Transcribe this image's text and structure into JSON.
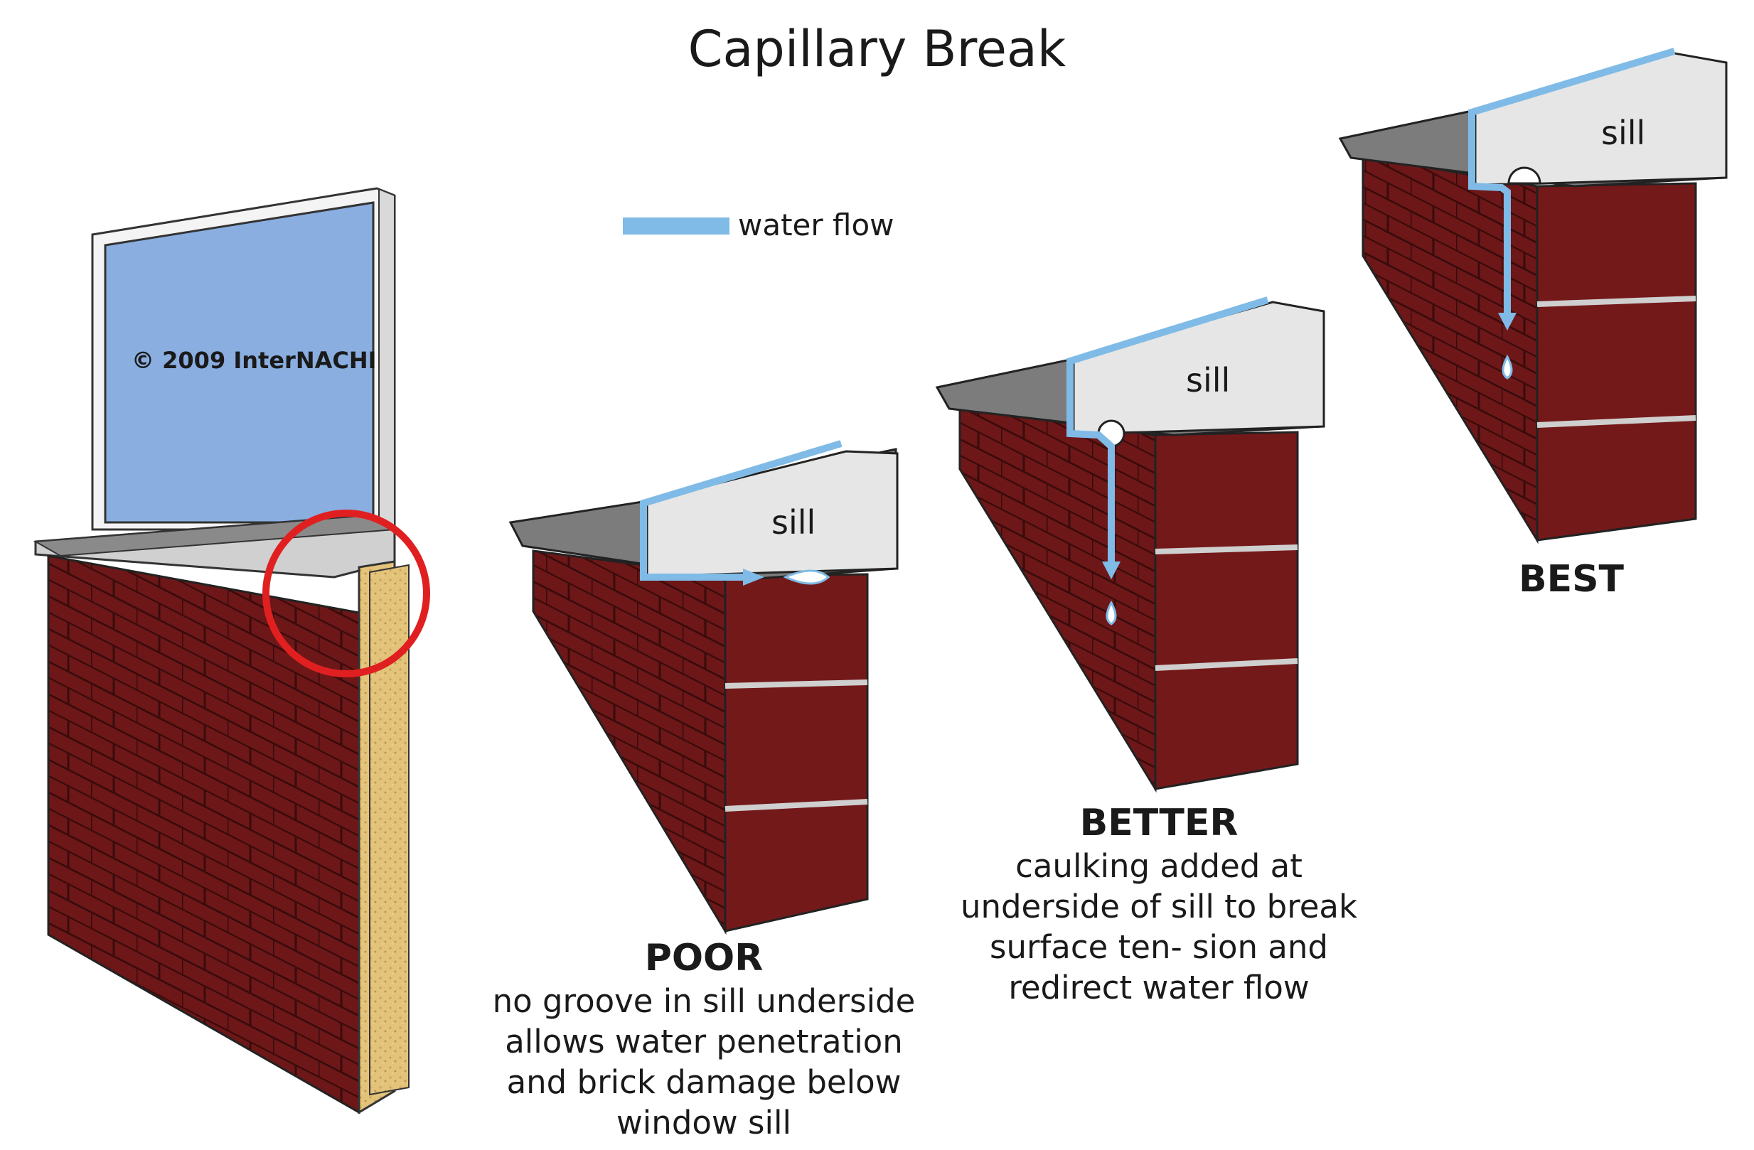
{
  "title": "Capillary Break",
  "legend": {
    "label": "water flow",
    "color": "#7fbbe6"
  },
  "copyright": "© 2009 InterNACHI",
  "panels": [
    {
      "sill_label": "sill",
      "rating": "POOR",
      "description": "no groove in sill underside allows water penetration and brick damage below window sill"
    },
    {
      "sill_label": "sill",
      "rating": "BETTER",
      "description": "caulking added at underside of sill to break surface ten- sion and redirect water flow"
    },
    {
      "sill_label": "sill",
      "rating": "BEST",
      "description": ""
    }
  ],
  "colors": {
    "brick": "#74191a",
    "brick_dark": "#4a1011",
    "glass": "#8aaee0",
    "sheathing": "#e3c27a",
    "highlight_circle": "#e02020",
    "sill": "#e6e6e6"
  }
}
